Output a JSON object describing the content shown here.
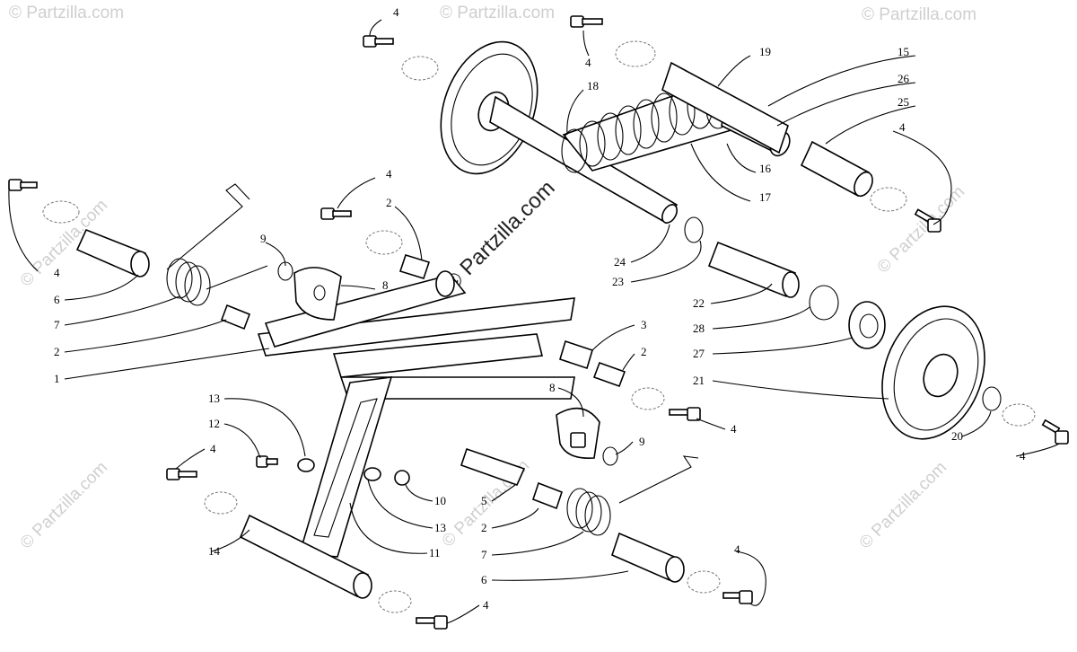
{
  "watermark": "© Partzilla.com",
  "center_watermark": "© Partzilla.com",
  "callouts": [
    {
      "label": "4"
    },
    {
      "label": "4"
    },
    {
      "label": "15"
    },
    {
      "label": "19"
    },
    {
      "label": "26"
    },
    {
      "label": "18"
    },
    {
      "label": "25"
    },
    {
      "label": "4"
    },
    {
      "label": "16"
    },
    {
      "label": "17"
    },
    {
      "label": "4"
    },
    {
      "label": "2"
    },
    {
      "label": "9"
    },
    {
      "label": "4"
    },
    {
      "label": "8"
    },
    {
      "label": "6"
    },
    {
      "label": "7"
    },
    {
      "label": "2"
    },
    {
      "label": "1"
    },
    {
      "label": "24"
    },
    {
      "label": "23"
    },
    {
      "label": "22"
    },
    {
      "label": "28"
    },
    {
      "label": "27"
    },
    {
      "label": "21"
    },
    {
      "label": "3"
    },
    {
      "label": "2"
    },
    {
      "label": "8"
    },
    {
      "label": "4"
    },
    {
      "label": "9"
    },
    {
      "label": "20"
    },
    {
      "label": "4"
    },
    {
      "label": "13"
    },
    {
      "label": "12"
    },
    {
      "label": "4"
    },
    {
      "label": "10"
    },
    {
      "label": "13"
    },
    {
      "label": "5"
    },
    {
      "label": "2"
    },
    {
      "label": "7"
    },
    {
      "label": "6"
    },
    {
      "label": "11"
    },
    {
      "label": "14"
    },
    {
      "label": "4"
    },
    {
      "label": "4"
    }
  ]
}
